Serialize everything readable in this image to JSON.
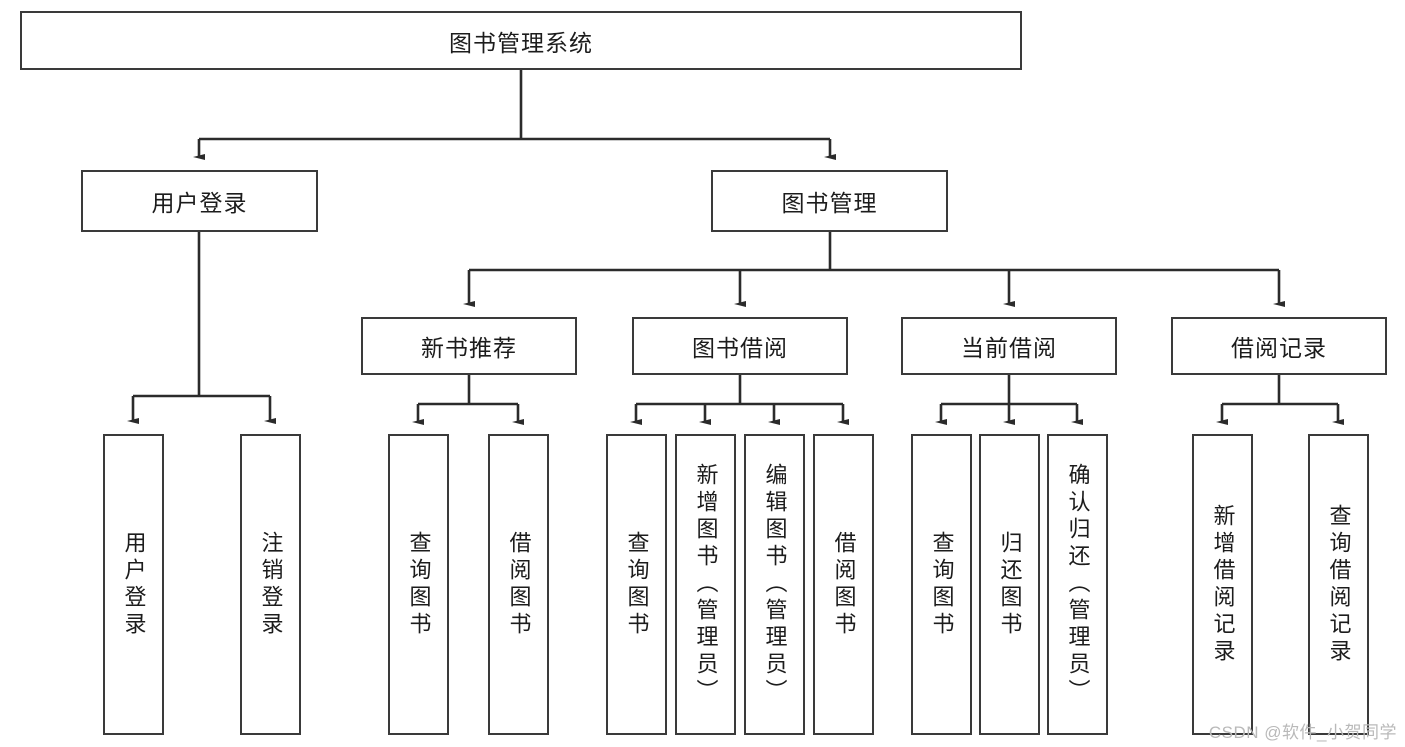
{
  "diagram": {
    "title": "图书管理系统",
    "type": "tree-hierarchy-diagram",
    "watermark": "CSDN @软件_小贺同学",
    "colors": {
      "box_border": "#3a3a3a",
      "box_fill": "#ffffff",
      "connector": "#2b2b2b",
      "text": "#1c1c1c",
      "watermark_text": "#b9b9b9"
    },
    "nodes": {
      "root": {
        "label": "图书管理系统"
      },
      "level2": [
        {
          "id": "user-login",
          "label": "用户登录"
        },
        {
          "id": "book-manage",
          "label": "图书管理"
        }
      ],
      "level3": [
        {
          "id": "new-book-recommend",
          "label": "新书推荐"
        },
        {
          "id": "book-borrow",
          "label": "图书借阅"
        },
        {
          "id": "current-borrow",
          "label": "当前借阅"
        },
        {
          "id": "borrow-record",
          "label": "借阅记录"
        }
      ],
      "leaves": {
        "user-login": [
          {
            "id": "leaf-user-login",
            "label": "用户登录"
          },
          {
            "id": "leaf-logout-login",
            "label": "注销登录"
          }
        ],
        "new-book-recommend": [
          {
            "id": "leaf-query-book-1",
            "label": "查询图书"
          },
          {
            "id": "leaf-borrow-book-1",
            "label": "借阅图书"
          }
        ],
        "book-borrow": [
          {
            "id": "leaf-query-book-2",
            "label": "查询图书"
          },
          {
            "id": "leaf-add-book-admin",
            "label": "新增图书（管理员）"
          },
          {
            "id": "leaf-edit-book-admin",
            "label": "编辑图书（管理员）"
          },
          {
            "id": "leaf-borrow-book-2",
            "label": "借阅图书"
          }
        ],
        "current-borrow": [
          {
            "id": "leaf-query-book-3",
            "label": "查询图书"
          },
          {
            "id": "leaf-return-book",
            "label": "归还图书"
          },
          {
            "id": "leaf-confirm-return-admin",
            "label": "确认归还（管理员）"
          }
        ],
        "borrow-record": [
          {
            "id": "leaf-add-borrow-record",
            "label": "新增借阅记录"
          },
          {
            "id": "leaf-query-borrow-record",
            "label": "查询借阅记录"
          }
        ]
      }
    }
  }
}
